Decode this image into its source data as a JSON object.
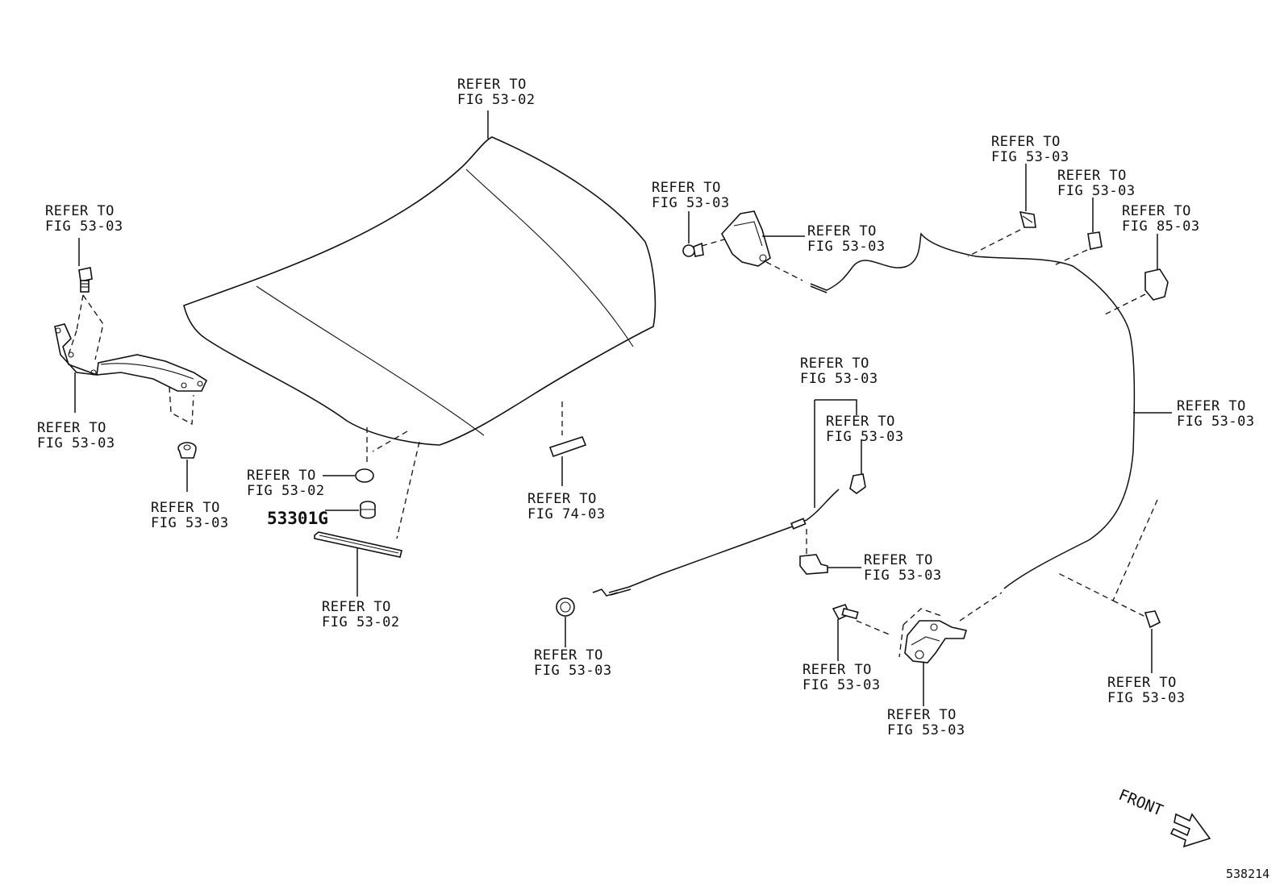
{
  "callouts": [
    {
      "id": "hood",
      "l1": "REFER TO",
      "l2": "FIG 53-02"
    },
    {
      "id": "left-bolt",
      "l1": "REFER TO",
      "l2": "FIG 53-03"
    },
    {
      "id": "left-hinge",
      "l1": "REFER TO",
      "l2": "FIG 53-03"
    },
    {
      "id": "left-nut",
      "l1": "REFER TO",
      "l2": "FIG 53-03"
    },
    {
      "id": "cushion-top",
      "l1": "REFER TO",
      "l2": "FIG 53-02"
    },
    {
      "id": "seal-strip",
      "l1": "REFER TO",
      "l2": "FIG 53-02"
    },
    {
      "id": "label-plate",
      "l1": "REFER TO",
      "l2": "FIG 74-03"
    },
    {
      "id": "lock-bolt",
      "l1": "REFER TO",
      "l2": "FIG 53-03"
    },
    {
      "id": "lock-bracket",
      "l1": "REFER TO",
      "l2": "FIG 53-03"
    },
    {
      "id": "clip-a",
      "l1": "REFER TO",
      "l2": "FIG 53-03"
    },
    {
      "id": "clip-b",
      "l1": "REFER TO",
      "l2": "FIG 53-03"
    },
    {
      "id": "clip-c",
      "l1": "REFER TO",
      "l2": "FIG 85-03"
    },
    {
      "id": "cable-main",
      "l1": "REFER TO",
      "l2": "FIG 53-03"
    },
    {
      "id": "release-group",
      "l1": "REFER TO",
      "l2": "FIG 53-03"
    },
    {
      "id": "release-clip",
      "l1": "REFER TO",
      "l2": "FIG 53-03"
    },
    {
      "id": "release-handle",
      "l1": "REFER TO",
      "l2": "FIG 53-03"
    },
    {
      "id": "grommet",
      "l1": "REFER TO",
      "l2": "FIG 53-03"
    },
    {
      "id": "latch-bolt",
      "l1": "REFER TO",
      "l2": "FIG 53-03"
    },
    {
      "id": "latch",
      "l1": "REFER TO",
      "l2": "FIG 53-03"
    },
    {
      "id": "clip-d",
      "l1": "REFER TO",
      "l2": "FIG 53-03"
    }
  ],
  "part_number": "53301G",
  "front_label": "FRONT",
  "figure_id": "538214"
}
